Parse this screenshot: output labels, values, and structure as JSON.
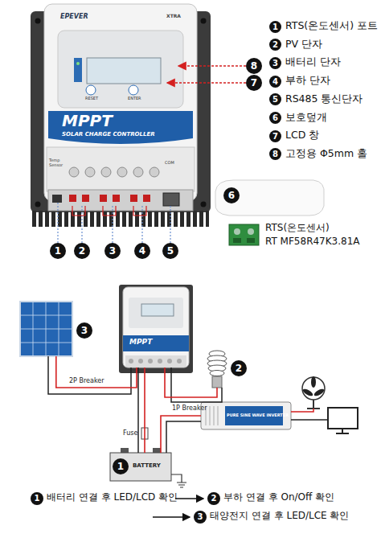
{
  "diagram": {
    "nodes": [
      {
        "text": [
          "EPEVER",
          "XTRA",
          "MPPT",
          "SOLAR CHARGE CONTROLLER",
          "RESET",
          "ENTER",
          "Temp Sensor",
          "COM"
        ]
      },
      {
        "text": [
          "3"
        ]
      },
      {
        "text": [
          "MPPT"
        ]
      },
      {
        "text": [
          "2"
        ]
      },
      {
        "text": [
          "PURE SINE WAVE INVERTER"
        ]
      },
      {
        "text": [
          "BATTERY",
          "1"
        ]
      }
    ],
    "edges": [
      {
        "from": 1,
        "to": 2,
        "label": "2P Breaker",
        "arrow": "none"
      },
      {
        "from": 2,
        "to": 3,
        "label": "1P Breaker",
        "arrow": "none"
      },
      {
        "from": 2,
        "to": 5,
        "label": "Fuse",
        "arrow": "none"
      },
      {
        "from": 5,
        "to": 4,
        "arrow": "none"
      }
    ],
    "labels": [
      "1",
      "RTS(온도센서) 포트",
      "2",
      "PV 단자",
      "3",
      "배터리 단자",
      "4",
      "부하 단자",
      "5",
      "RS485 통신단자",
      "6",
      "보호덮개",
      "7",
      "LCD 창",
      "8",
      "고정용 Φ5mm 홀",
      "8",
      "7",
      "6",
      "RTS(온도센서)",
      "RT MF58R47K3.81A",
      "1",
      "2",
      "3",
      "4",
      "5",
      "1",
      "배터리 연결 후 LED/LCD 확인",
      "2",
      "부하 연결 후 On/Off 확인",
      "3",
      "태양전지 연결 후 LED/LCE 확인"
    ]
  }
}
